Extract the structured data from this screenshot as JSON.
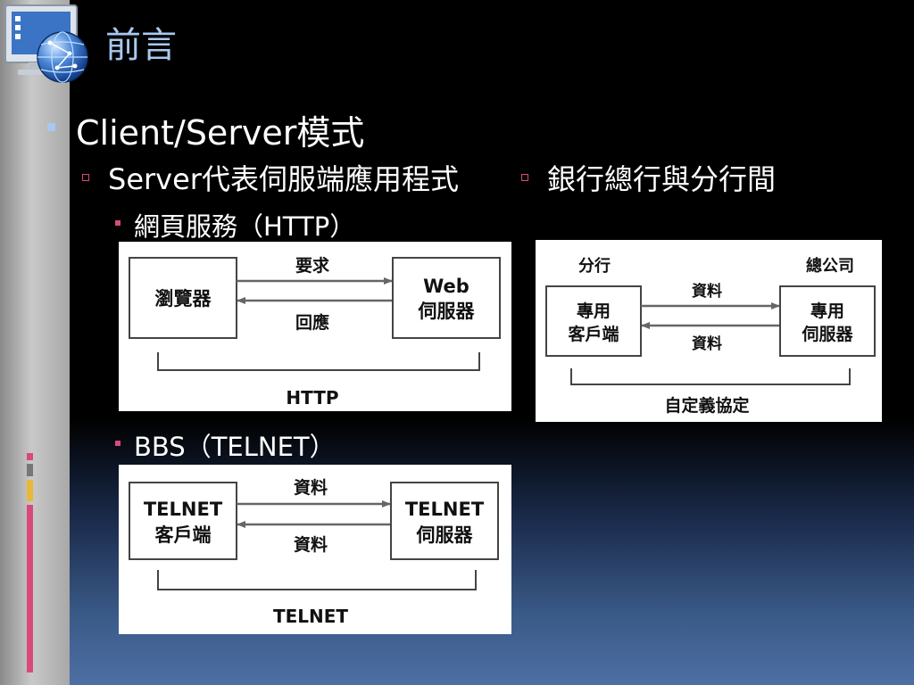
{
  "slide": {
    "title": "前言",
    "bullet_main": "Client/Server模式",
    "sub_left": "Server代表伺服端應用程式",
    "sub_right": "銀行總行與分行間",
    "item_http": "網頁服務（HTTP）",
    "item_bbs": "BBS（TELNET）"
  },
  "diagrams": {
    "http": {
      "client": "瀏覽器",
      "server_line1": "Web",
      "server_line2": "伺服器",
      "request": "要求",
      "response": "回應",
      "protocol": "HTTP"
    },
    "bank": {
      "branch_label": "分行",
      "hq_label": "總公司",
      "client_line1": "專用",
      "client_line2": "客戶端",
      "server_line1": "專用",
      "server_line2": "伺服器",
      "data_top": "資料",
      "data_bottom": "資料",
      "protocol": "自定義協定"
    },
    "telnet": {
      "client_line1": "TELNET",
      "client_line2": "客戶端",
      "server_line1": "TELNET",
      "server_line2": "伺服器",
      "data_top": "資料",
      "data_bottom": "資料",
      "protocol": "TELNET"
    }
  },
  "colors": {
    "title": "#a8c8f0",
    "accent": "#d84a7c"
  }
}
